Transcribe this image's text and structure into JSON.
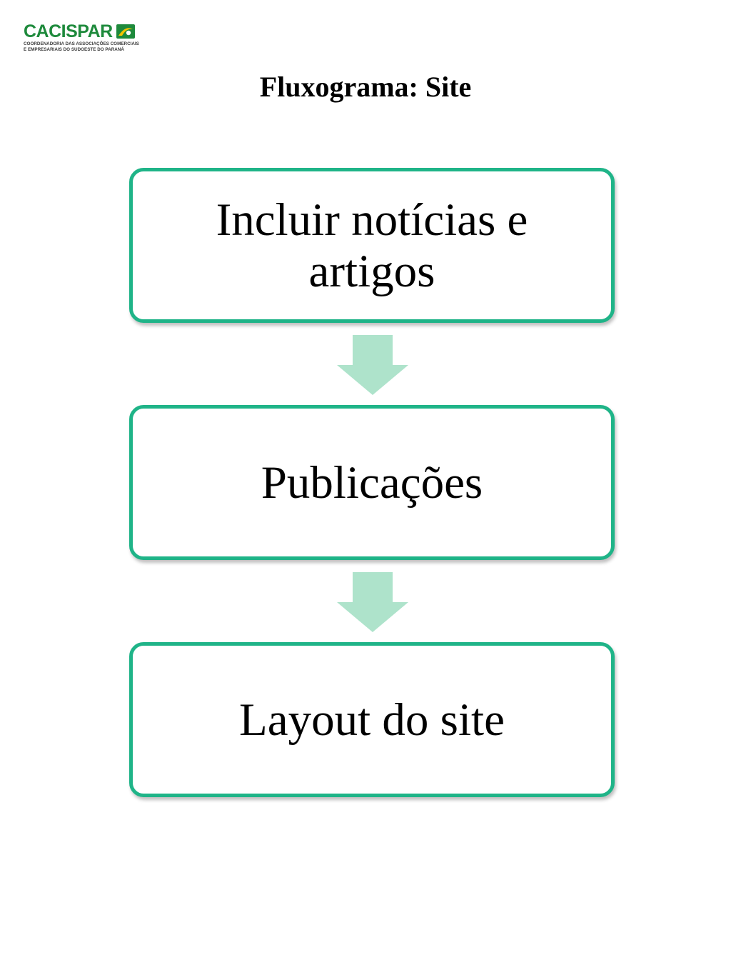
{
  "logo": {
    "name": "CACISPAR",
    "subtitle_line1": "Coordenadoria das Associações Comerciais",
    "subtitle_line2": "e Empresariais do Sudoeste do Paraná",
    "icon": "sun-flag-icon",
    "colors": {
      "green": "#1e8a3c",
      "yellow": "#f2c500"
    }
  },
  "title": "Fluxograma: Site",
  "flow": {
    "steps": [
      {
        "label": "Incluir notícias e artigos"
      },
      {
        "label": "Publicações"
      },
      {
        "label": "Layout do site"
      }
    ],
    "connector_icon": "down-arrow-icon",
    "colors": {
      "box_border": "#1fb488",
      "arrow_fill": "#aee3cb"
    }
  }
}
